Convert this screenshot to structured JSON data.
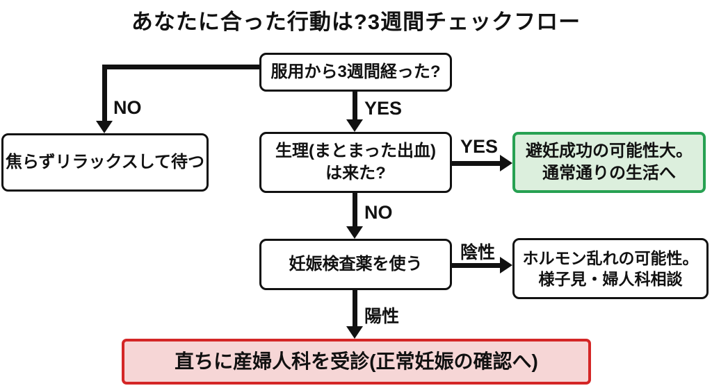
{
  "title": "あなたに合った行動は?3週間チェックフロー",
  "colors": {
    "line": "#111111",
    "box_border": "#111111",
    "box_fill": "#ffffff",
    "success_border": "#27a152",
    "success_fill": "#dcefdd",
    "urgent_border": "#d42626",
    "urgent_fill": "#f6d6d6"
  },
  "nodes": {
    "q_three_weeks": {
      "text": "服用から3週間経った?"
    },
    "relax_wait": {
      "text": "焦らずリラックスして待つ"
    },
    "q_period": {
      "line1": "生理(まとまった出血)",
      "line2": "は来た?"
    },
    "success": {
      "line1": "避妊成功の可能性大。",
      "line2": "通常通りの生活へ"
    },
    "pregnancy_test": {
      "text": "妊娠検査薬を使う"
    },
    "hormone": {
      "line1": "ホルモン乱れの可能性。",
      "line2": "様子見・婦人科相談"
    },
    "urgent": {
      "text": "直ちに産婦人科を受診(正常妊娠の確認へ)"
    }
  },
  "edge_labels": {
    "no_wait": "NO",
    "yes_three_weeks": "YES",
    "yes_period": "YES",
    "no_period": "NO",
    "negative": "陰性",
    "positive": "陽性"
  }
}
